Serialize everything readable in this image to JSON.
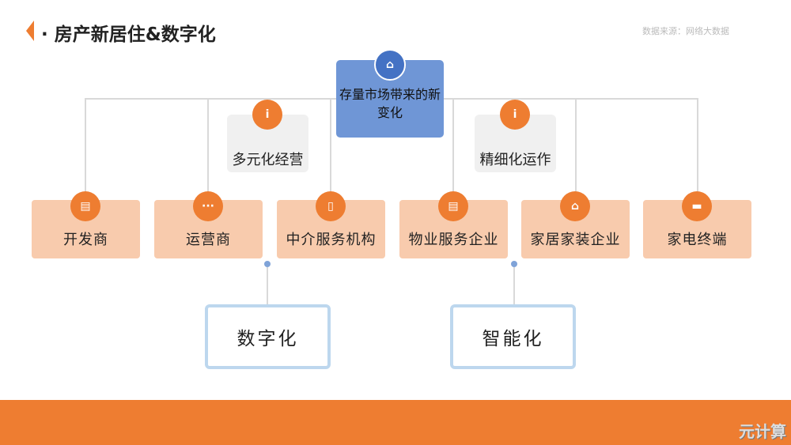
{
  "header": {
    "title": "· 房产新居住&数字化",
    "source": "数据来源：网络大数据"
  },
  "center": {
    "label": "存量市场带来的新变化",
    "icon": "user-icon"
  },
  "trends": [
    {
      "label": "多元化经营",
      "icon": "info-icon"
    },
    {
      "label": "精细化运作",
      "icon": "info-icon"
    }
  ],
  "players": [
    {
      "label": "开发商",
      "icon": "building-icon"
    },
    {
      "label": "运营商",
      "icon": "dots-icon"
    },
    {
      "label": "中介服务机构",
      "icon": "document-icon"
    },
    {
      "label": "物业服务企业",
      "icon": "building-icon"
    },
    {
      "label": "家居家装企业",
      "icon": "house-icon"
    },
    {
      "label": "家电终端",
      "icon": "appliance-icon"
    }
  ],
  "outcomes": [
    {
      "label": "数字化"
    },
    {
      "label": "智能化"
    }
  ],
  "footer": {
    "logo": "元计算"
  },
  "colors": {
    "orange": "#EE7D31",
    "peach": "#F8CBAD",
    "blue": "#6F96D6",
    "light_blue": "#BDD7EE"
  }
}
